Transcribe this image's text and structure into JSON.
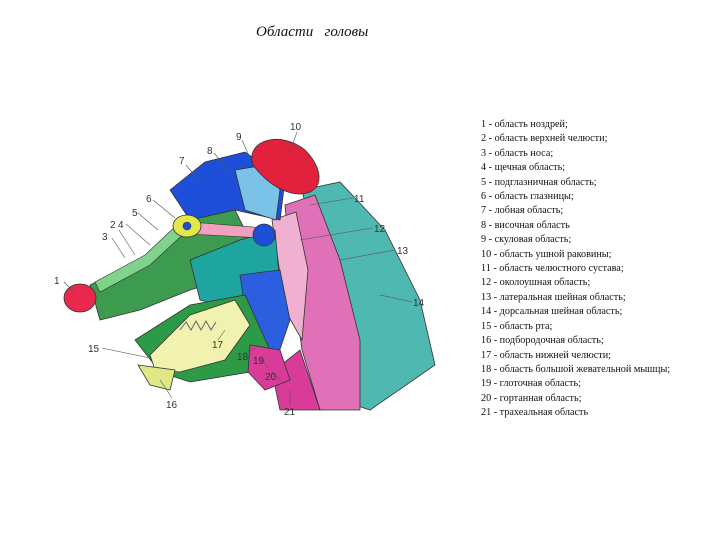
{
  "title": "Области   головы",
  "diagram": {
    "numbers": [
      "1",
      "2",
      "3",
      "4",
      "5",
      "6",
      "7",
      "8",
      "9",
      "10",
      "11",
      "12",
      "13",
      "14",
      "15",
      "16",
      "17",
      "18",
      "19",
      "20",
      "21"
    ]
  },
  "legend": [
    "1 - область ноздрей;",
    "2 - область верхней челюсти;",
    "3 - область носа;",
    "4 - щечная область;",
    "5 - подглазничная область;",
    "6 - область глазницы;",
    "7 - лобная область;",
    "8 - височная область",
    "9 - скуловая область;",
    "10 - область ушной раковины;",
    "11 - область челюстного сустава;",
    "12 - околоушная область;",
    "13 - латеральная шейная область;",
    "14 - дорсальная шейная область;",
    "15 - область рта;",
    "16 - подбородочная область;",
    "17 - область нижней челюсти;",
    "18 - область большой жевательной мышцы;",
    "19 - глоточная область;",
    "20 - гортанная область;",
    "21 - трахеальная область"
  ],
  "colors": {
    "nostril": "#e8294b",
    "maxilla": "#3c9b4e",
    "frontal": "#1e4fd8",
    "orbit": "#e0e84a",
    "ear": "#e2223c",
    "neck_lateral": "#e070b8",
    "neck_dorsal": "#4fb8b0",
    "parotid": "#f0b0d0",
    "mandible": "#2d9a48",
    "throat": "#d83c98"
  }
}
